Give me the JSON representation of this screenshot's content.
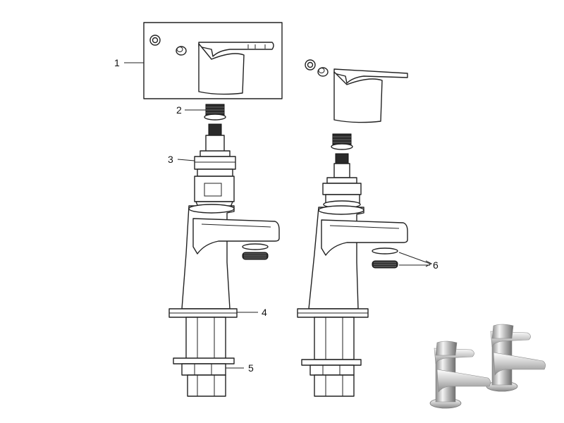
{
  "callouts": [
    {
      "id": "1",
      "label": "1"
    },
    {
      "id": "2",
      "label": "2"
    },
    {
      "id": "3",
      "label": "3"
    },
    {
      "id": "4",
      "label": "4"
    },
    {
      "id": "5",
      "label": "5"
    },
    {
      "id": "6",
      "label": "6"
    }
  ],
  "colors": {
    "line": "#222222",
    "chrome_light": "#f2f2f2",
    "chrome_dark": "#8a8a8a"
  }
}
